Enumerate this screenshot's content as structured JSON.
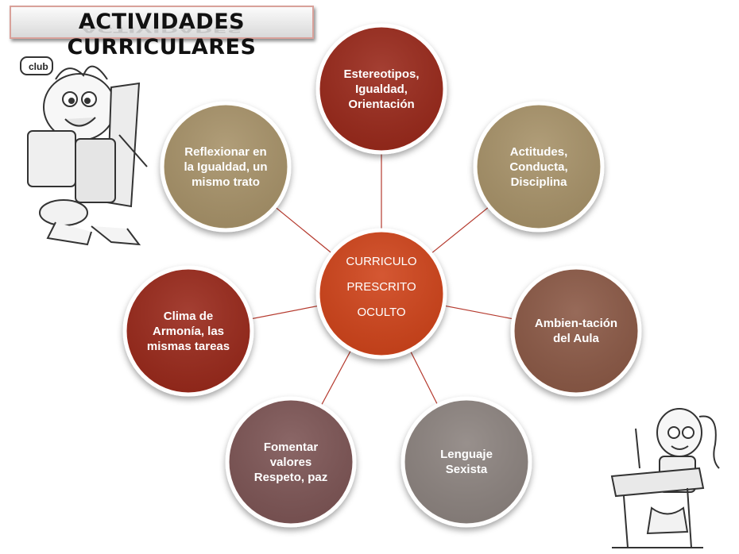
{
  "title": "ACTIVIDADES CURRICULARES",
  "center": {
    "lines": [
      "CURRICULO",
      "PRESCRITO",
      "OCULTO"
    ],
    "color": "#d0441a"
  },
  "nodes": [
    {
      "id": "estereotipos",
      "label": "Estereotipos,\nIgualdad,\nOrientación",
      "color": "#9a2a1e"
    },
    {
      "id": "actitudes",
      "label": "Actitudes,\nConducta,\nDisciplina",
      "color": "#a8936a"
    },
    {
      "id": "ambientacion",
      "label": "Ambien-tación\ndel Aula",
      "color": "#8c5a46"
    },
    {
      "id": "lenguaje",
      "label": "Lenguaje\nSexista",
      "color": "#8d8480"
    },
    {
      "id": "fomentar",
      "label": "Fomentar\nvalores\nRespeto, paz",
      "color": "#7e5656"
    },
    {
      "id": "clima",
      "label": "Clima de\nArmonía, las\nmismas tareas",
      "color": "#9a2a1e"
    },
    {
      "id": "reflexionar",
      "label": "Reflexionar  en\nla Igualdad, un\nmismo trato",
      "color": "#a8936a"
    }
  ],
  "connector_color": "#b53a2e",
  "illustrations": {
    "boy_badge": "club",
    "boy": "cartoon-boy-with-school-supplies",
    "girl": "cartoon-girl-at-desk"
  }
}
